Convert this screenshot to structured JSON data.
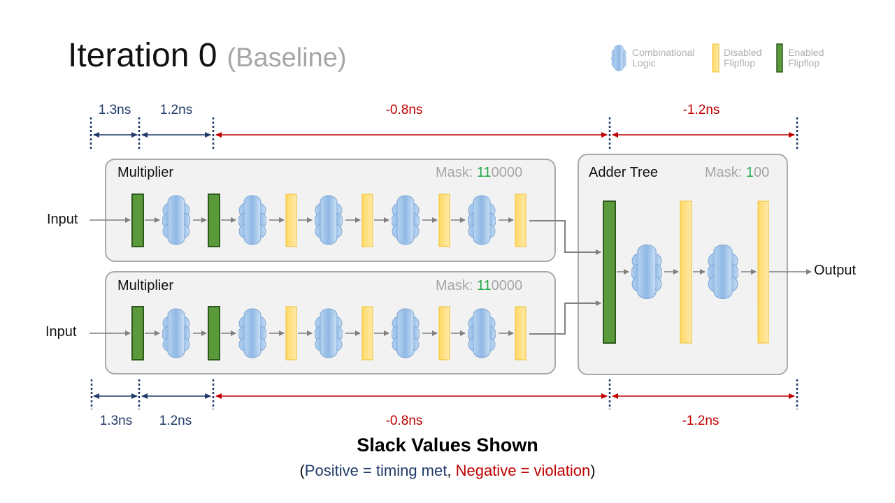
{
  "title": {
    "main": "Iteration 0",
    "sub": "(Baseline)"
  },
  "legend": {
    "combinational_l1": "Combinational",
    "combinational_l2": "Logic",
    "disabled_l1": "Disabled",
    "disabled_l2": "Flipflop",
    "enabled_l1": "Enabled",
    "enabled_l2": "Flipflop"
  },
  "colors": {
    "enabled_ff": "#5a9a3a",
    "disabled_ff": "#ffd966",
    "logic": "#9dc3e6",
    "positive": "#1f3a68",
    "negative": "#c00000",
    "mask_on": "#22a84b"
  },
  "multiplier1": {
    "label": "Multiplier",
    "mask_label": "Mask:",
    "mask_on": "11",
    "mask_off": "0000"
  },
  "multiplier2": {
    "label": "Multiplier",
    "mask_label": "Mask:",
    "mask_on": "11",
    "mask_off": "0000"
  },
  "adder": {
    "label": "Adder Tree",
    "mask_label": "Mask:",
    "mask_on": "1",
    "mask_off": "00"
  },
  "input1": "Input",
  "input2": "Input",
  "output": "Output",
  "top_timing": [
    "1.3ns",
    "1.2ns",
    "-0.8ns",
    "-1.2ns"
  ],
  "bottom_timing": [
    "1.3ns",
    "1.2ns",
    "-0.8ns",
    "-1.2ns"
  ],
  "footer": {
    "title": "Slack Values Shown",
    "open": "(",
    "positive": "Positive = timing met",
    "sep": ", ",
    "negative": "Negative = violation",
    "close": ")"
  }
}
